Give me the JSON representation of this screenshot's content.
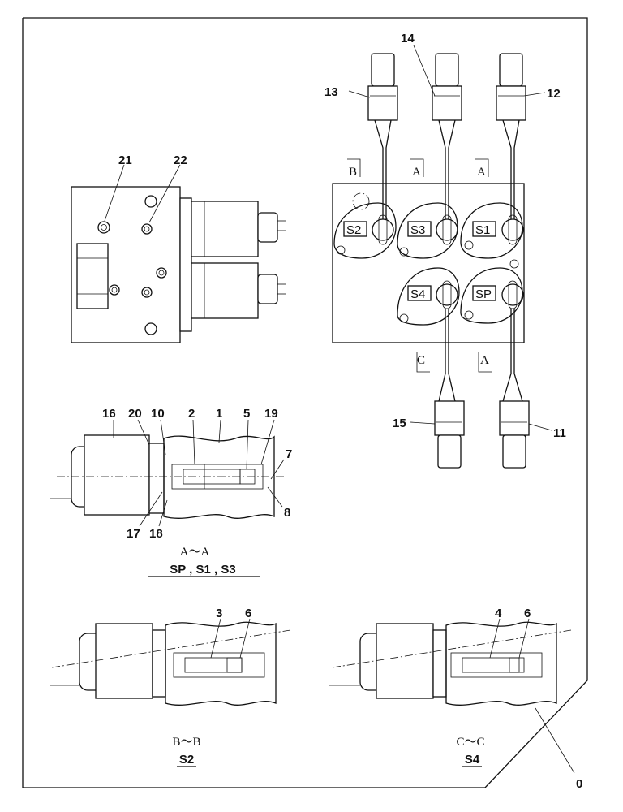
{
  "callouts": {
    "n0": "0",
    "n1": "1",
    "n2": "2",
    "n3": "3",
    "n4": "4",
    "n5": "5",
    "n6a": "6",
    "n6b": "6",
    "n7": "7",
    "n8": "8",
    "n10": "10",
    "n11": "11",
    "n12": "12",
    "n13": "13",
    "n14": "14",
    "n15": "15",
    "n16": "16",
    "n17": "17",
    "n18": "18",
    "n19": "19",
    "n20": "20",
    "n21": "21",
    "n22": "22"
  },
  "solenoid_tags": {
    "s2": "S2",
    "s3": "S3",
    "s1": "S1",
    "s4": "S4",
    "sp": "SP"
  },
  "section_markers": {
    "top_left": "B",
    "top_mid": "A",
    "top_right": "A",
    "bottom_left": "C",
    "bottom_right": "A"
  },
  "sections": {
    "aa": {
      "title": "A～A",
      "caption": "SP , S1 , S3"
    },
    "bb": {
      "title": "B～B",
      "caption": "S2"
    },
    "cc": {
      "title": "C～C",
      "caption": "S4"
    }
  }
}
